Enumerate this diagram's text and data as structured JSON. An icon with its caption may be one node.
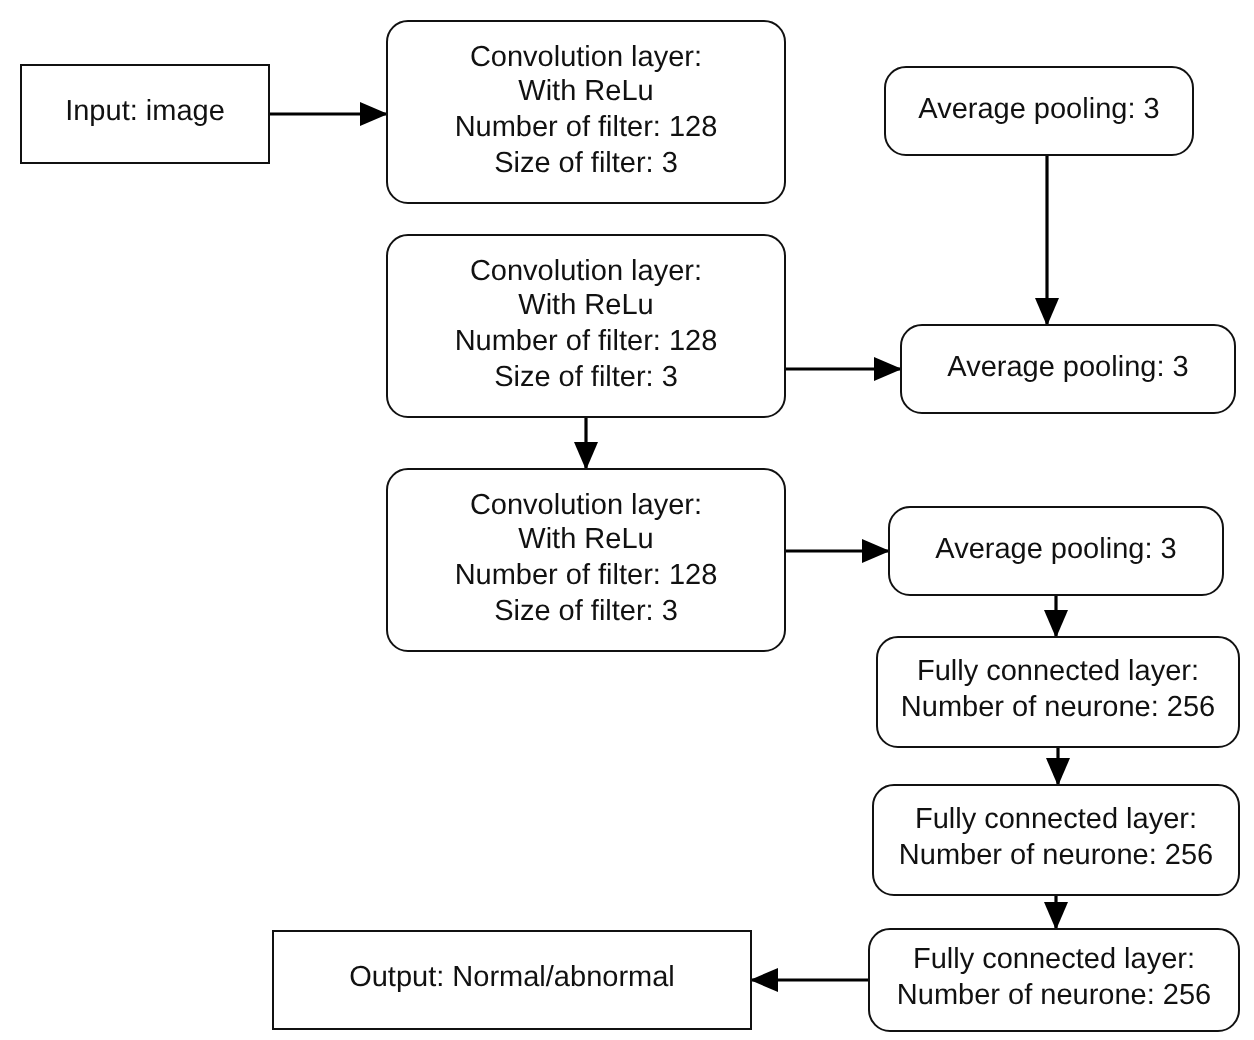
{
  "diagram": {
    "nodes": [
      {
        "text": [
          "Input: image"
        ]
      },
      {
        "text": [
          "Convolution layer:",
          "With ReLu",
          "Number of filter: 128",
          "Size of filter: 3"
        ]
      },
      {
        "text": [
          "Average pooling: 3"
        ]
      },
      {
        "text": [
          "Convolution layer:",
          "With ReLu",
          "Number of filter: 128",
          "Size of filter: 3"
        ]
      },
      {
        "text": [
          "Average pooling: 3"
        ]
      },
      {
        "text": [
          "Convolution layer:",
          "With ReLu",
          "Number of filter: 128",
          "Size of filter: 3"
        ]
      },
      {
        "text": [
          "Average pooling: 3"
        ]
      },
      {
        "text": [
          "Fully connected layer:",
          "Number of neurone: 256"
        ]
      },
      {
        "text": [
          "Fully connected layer:",
          "Number of neurone: 256"
        ]
      },
      {
        "text": [
          "Fully connected layer:",
          "Number of neurone: 256"
        ]
      },
      {
        "text": [
          "Output: Normal/abnormal"
        ]
      }
    ],
    "edges": [
      {
        "from": 0,
        "to": 1,
        "arrow": "to"
      },
      {
        "from": 2,
        "to": 4,
        "arrow": "to"
      },
      {
        "from": 3,
        "to": 4,
        "arrow": "to"
      },
      {
        "from": 3,
        "to": 5,
        "arrow": "to"
      },
      {
        "from": 5,
        "to": 6,
        "arrow": "to"
      },
      {
        "from": 6,
        "to": 7,
        "arrow": "to"
      },
      {
        "from": 7,
        "to": 8,
        "arrow": "to"
      },
      {
        "from": 8,
        "to": 9,
        "arrow": "to"
      },
      {
        "from": 9,
        "to": 10,
        "arrow": "to"
      }
    ]
  }
}
